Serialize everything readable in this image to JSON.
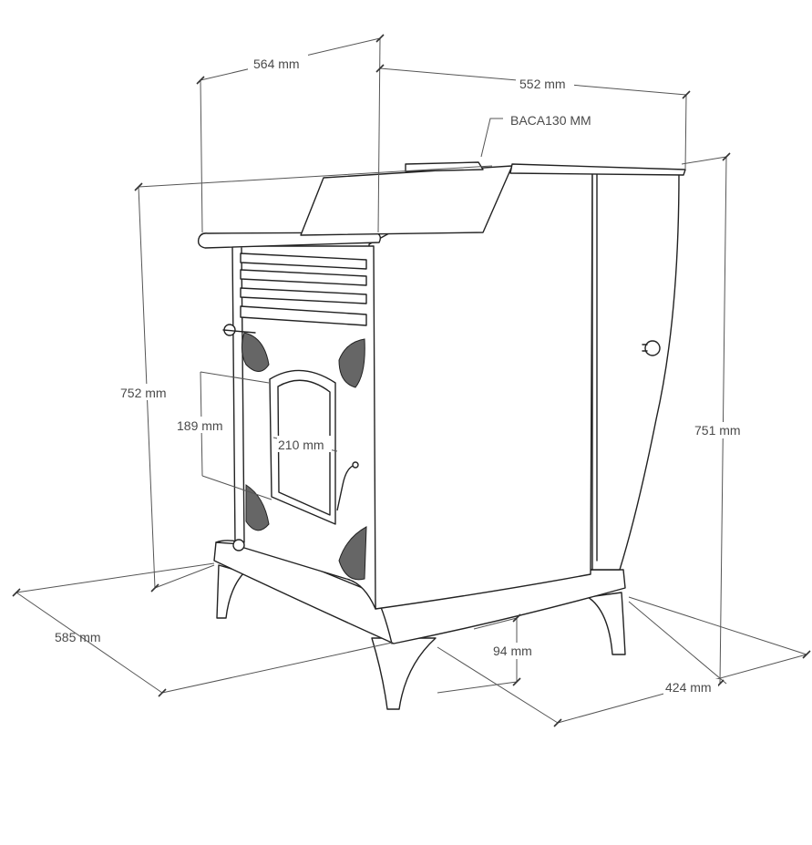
{
  "title": "Stove dimension drawing",
  "dimensions": {
    "top_width": "564 mm",
    "top_depth": "552 mm",
    "flue": "BACA130 MM",
    "front_height": "752 mm",
    "door_height": "189 mm",
    "door_width": "210 mm",
    "side_height": "751 mm",
    "base_width": "585 mm",
    "leg_height": "94 mm",
    "base_depth": "424 mm"
  }
}
